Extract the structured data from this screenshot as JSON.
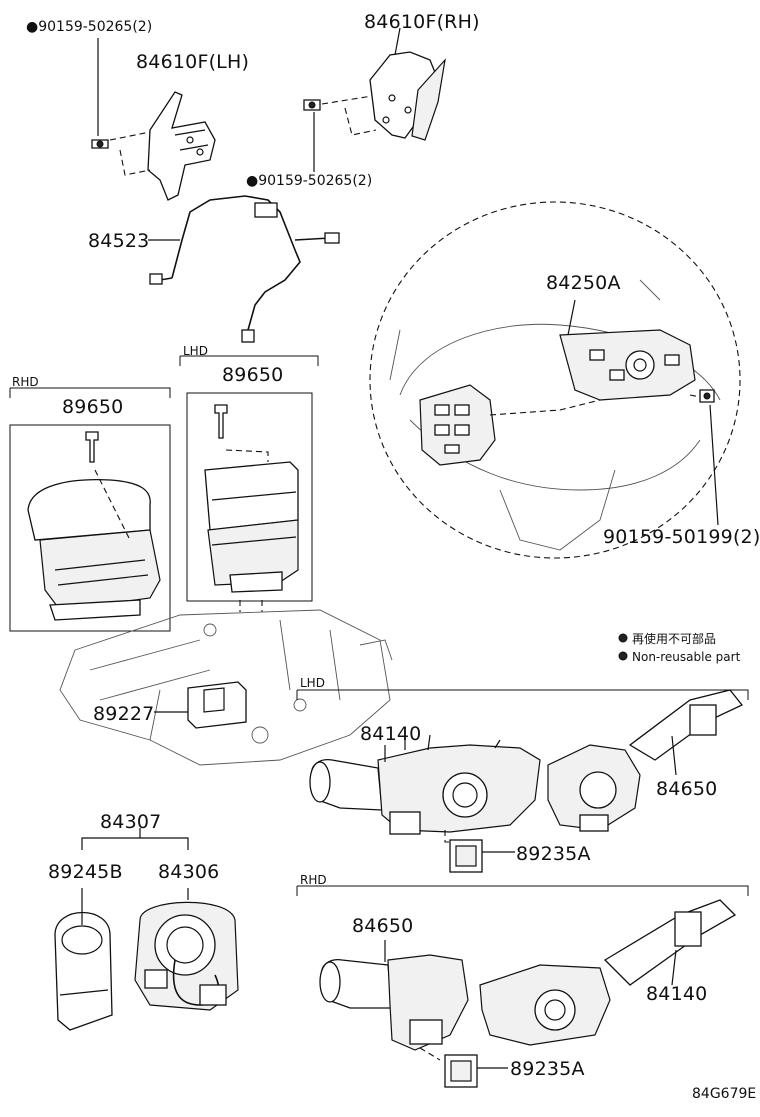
{
  "diagram_id": "84G679E",
  "legend": {
    "jp": "再使用不可部品",
    "en": "Non-reusable part"
  },
  "section_tags": {
    "lhd_sensor": "LHD",
    "rhd_sensor": "RHD",
    "lhd_switches": "LHD",
    "rhd_switches": "RHD"
  },
  "labels": {
    "screw_lh": "●90159-50265(2)",
    "screw_rh": "●90159-50265(2)",
    "paddle_rh": "84610F(RH)",
    "paddle_lh": "84610F(LH)",
    "harness": "84523",
    "wheel_switch": "84250A",
    "screw_wheel": "90159-50199(2)",
    "sensor_rhd": "89650",
    "sensor_lhd": "89650",
    "ecu": "89227",
    "combo_lhd_left": "84140",
    "combo_lhd_right": "84650",
    "sw_lhd": "89235A",
    "spiral_assy": "84307",
    "spiral_cover": "89245B",
    "spiral_cable": "84306",
    "combo_rhd_left": "84650",
    "combo_rhd_right": "84140",
    "sw_rhd": "89235A"
  }
}
